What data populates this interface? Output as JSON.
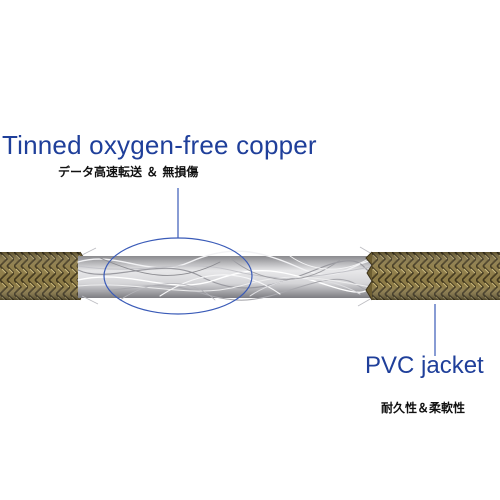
{
  "labels": {
    "conductor_title": "Tinned oxygen-free copper",
    "conductor_subtitle": "データ高速転送 ＆ 無損傷",
    "jacket_title": "PVC jacket",
    "jacket_subtitle": "耐久性＆柔軟性"
  },
  "colors": {
    "label_blue": "#1f3f9a",
    "callout_line": "#3a5bb8",
    "braid_gold": "#8c7a45",
    "braid_dark": "#3d331a",
    "wire_silver": "#c9c9cc"
  },
  "icons": {
    "callout_ellipse": "ellipse-outline",
    "callout_lines": "thin-leader-lines"
  }
}
